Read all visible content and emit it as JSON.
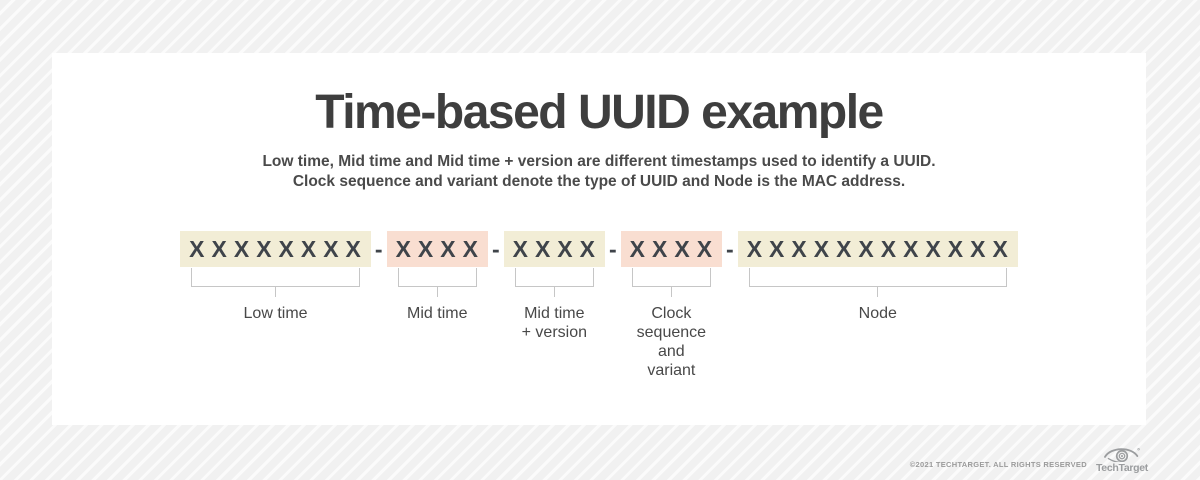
{
  "title": "Time-based UUID example",
  "subtitle": {
    "line1": "Low time, Mid time and Mid time + version are different timestamps used to identify a UUID.",
    "line2": "Clock sequence and variant denote the type of UUID and Node is the MAC address."
  },
  "uuid": {
    "separator": "-",
    "segments": [
      {
        "chars": "XXXXXXXX",
        "color": "cream",
        "label_lines": [
          "Low time"
        ]
      },
      {
        "chars": "XXXX",
        "color": "pink",
        "label_lines": [
          "Mid time"
        ]
      },
      {
        "chars": "XXXX",
        "color": "cream",
        "label_lines": [
          "Mid time",
          "+ version"
        ]
      },
      {
        "chars": "XXXX",
        "color": "pink",
        "label_lines": [
          "Clock",
          "sequence",
          "and",
          "variant"
        ]
      },
      {
        "chars": "XXXXXXXXXXXX",
        "color": "cream",
        "label_lines": [
          "Node"
        ]
      }
    ]
  },
  "footer": {
    "copyright": "©2021 TECHTARGET. ALL RIGHTS RESERVED",
    "logo_text": "TechTarget",
    "logo_icon": "eye-target-icon"
  },
  "colors": {
    "cream": "#f2edd6",
    "pink": "#f9ded1",
    "char_color": "#3f444a",
    "title_color": "#3e3e3e",
    "bracket_color": "#c6c6c6",
    "label_color": "#484848",
    "footer_gray": "#9b9b9b"
  }
}
